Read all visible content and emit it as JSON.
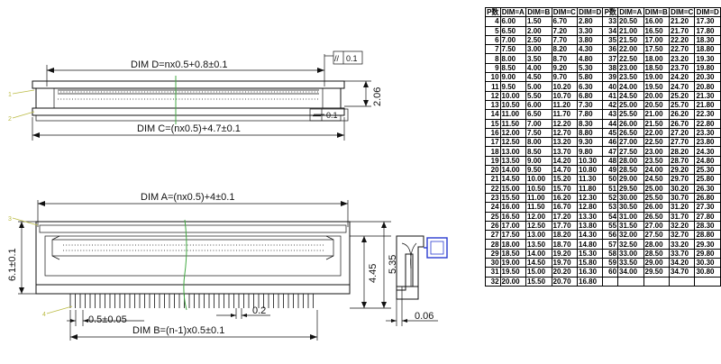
{
  "drawing": {
    "dim_d": "DIM D=nx0.5+0.8±0.1",
    "dim_c": "DIM C=(nx0.5)+4.7±0.1",
    "dim_a": "DIM A=(nx0.5)+4±0.1",
    "dim_b": "DIM B=(n-1)x0.5±0.1",
    "pitch": "0.5±0.05",
    "pin_width": "0.2",
    "total_height": "6.1±0.1",
    "height_445": "4.45",
    "height_535": "5.35",
    "height_206": "2.06",
    "flatness_sym": "//",
    "flatness_val": "0.1",
    "coplanarity_sym": "—",
    "coplanarity_val": "0.1",
    "side_thickness": "0.06",
    "marker_1": "1",
    "marker_2": "2",
    "marker_3": "3",
    "marker_4": "4"
  },
  "table": {
    "headers": [
      "P数",
      "DIM=A",
      "DIM=B",
      "DIM=C",
      "DIM=D",
      "P数",
      "DIM=A",
      "DIM=B",
      "DIM=C",
      "DIM=D"
    ],
    "rows": [
      [
        "4",
        "6.00",
        "1.50",
        "6.70",
        "2.80",
        "33",
        "20.50",
        "16.00",
        "21.20",
        "17.30"
      ],
      [
        "5",
        "6.50",
        "2.00",
        "7.20",
        "3.30",
        "34",
        "21.00",
        "16.50",
        "21.70",
        "17.80"
      ],
      [
        "6",
        "7.00",
        "2.50",
        "7.70",
        "3.80",
        "35",
        "21.50",
        "17.00",
        "22.20",
        "18.30"
      ],
      [
        "7",
        "7.50",
        "3.00",
        "8.20",
        "4.30",
        "36",
        "22.00",
        "17.50",
        "22.70",
        "18.80"
      ],
      [
        "8",
        "8.00",
        "3.50",
        "8.70",
        "4.80",
        "37",
        "22.50",
        "18.00",
        "23.20",
        "19.30"
      ],
      [
        "9",
        "8.50",
        "4.00",
        "9.20",
        "5.30",
        "38",
        "23.00",
        "18.50",
        "23.70",
        "19.80"
      ],
      [
        "10",
        "9.00",
        "4.50",
        "9.70",
        "5.80",
        "39",
        "23.50",
        "19.00",
        "24.20",
        "20.30"
      ],
      [
        "11",
        "9.50",
        "5.00",
        "10.20",
        "6.30",
        "40",
        "24.00",
        "19.50",
        "24.70",
        "20.80"
      ],
      [
        "12",
        "10.00",
        "5.50",
        "10.70",
        "6.80",
        "41",
        "24.50",
        "20.00",
        "25.20",
        "21.30"
      ],
      [
        "13",
        "10.50",
        "6.00",
        "11.20",
        "7.30",
        "42",
        "25.00",
        "20.50",
        "25.70",
        "21.80"
      ],
      [
        "14",
        "11.00",
        "6.50",
        "11.70",
        "7.80",
        "43",
        "25.50",
        "21.00",
        "26.20",
        "22.30"
      ],
      [
        "15",
        "11.50",
        "7.00",
        "12.20",
        "8.30",
        "44",
        "26.00",
        "21.50",
        "26.70",
        "22.80"
      ],
      [
        "16",
        "12.00",
        "7.50",
        "12.70",
        "8.80",
        "45",
        "26.50",
        "22.00",
        "27.20",
        "23.30"
      ],
      [
        "17",
        "12.50",
        "8.00",
        "13.20",
        "9.30",
        "46",
        "27.00",
        "22.50",
        "27.70",
        "23.80"
      ],
      [
        "18",
        "13.00",
        "8.50",
        "13.70",
        "9.80",
        "47",
        "27.50",
        "23.00",
        "28.20",
        "24.30"
      ],
      [
        "19",
        "13.50",
        "9.00",
        "14.20",
        "10.30",
        "48",
        "28.00",
        "23.50",
        "28.70",
        "24.80"
      ],
      [
        "20",
        "14.00",
        "9.50",
        "14.70",
        "10.80",
        "49",
        "28.50",
        "24.00",
        "29.20",
        "25.30"
      ],
      [
        "21",
        "14.50",
        "10.00",
        "15.20",
        "11.30",
        "50",
        "29.00",
        "24.50",
        "29.70",
        "25.80"
      ],
      [
        "22",
        "15.00",
        "10.50",
        "15.70",
        "11.80",
        "51",
        "29.50",
        "25.00",
        "30.20",
        "26.30"
      ],
      [
        "23",
        "15.50",
        "11.00",
        "16.20",
        "12.30",
        "52",
        "30.00",
        "25.50",
        "30.70",
        "26.80"
      ],
      [
        "24",
        "16.00",
        "11.50",
        "16.70",
        "12.80",
        "53",
        "30.50",
        "26.00",
        "31.20",
        "27.30"
      ],
      [
        "25",
        "16.50",
        "12.00",
        "17.20",
        "13.30",
        "54",
        "31.00",
        "26.50",
        "31.70",
        "27.80"
      ],
      [
        "26",
        "17.00",
        "12.50",
        "17.70",
        "13.80",
        "55",
        "31.50",
        "27.00",
        "32.20",
        "28.30"
      ],
      [
        "27",
        "17.50",
        "13.00",
        "18.20",
        "14.30",
        "56",
        "32.00",
        "27.50",
        "32.70",
        "28.80"
      ],
      [
        "28",
        "18.00",
        "13.50",
        "18.70",
        "14.80",
        "57",
        "32.50",
        "28.00",
        "33.20",
        "29.30"
      ],
      [
        "29",
        "18.50",
        "14.00",
        "19.20",
        "15.30",
        "58",
        "33.00",
        "28.50",
        "33.70",
        "29.80"
      ],
      [
        "30",
        "19.00",
        "14.50",
        "19.70",
        "15.80",
        "59",
        "33.50",
        "29.00",
        "34.20",
        "30.30"
      ],
      [
        "31",
        "19.50",
        "15.00",
        "20.20",
        "16.30",
        "60",
        "34.00",
        "29.50",
        "34.70",
        "30.80"
      ],
      [
        "32",
        "20.00",
        "15.50",
        "20.70",
        "16.80",
        "",
        "",
        "",
        "",
        ""
      ]
    ]
  }
}
